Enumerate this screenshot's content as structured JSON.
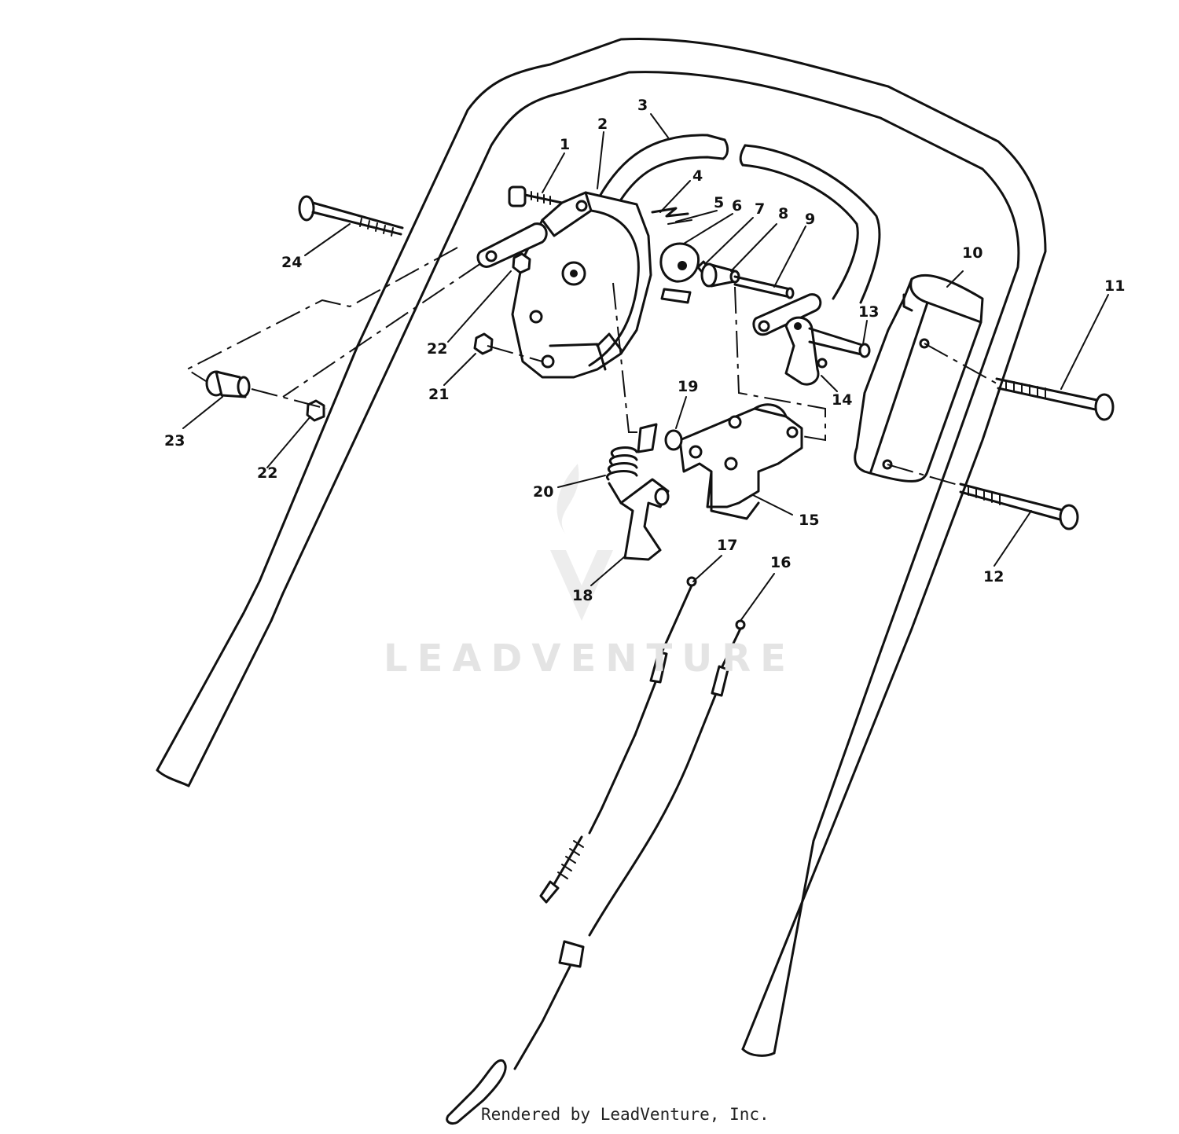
{
  "watermark": {
    "text": "LEADVENTURE"
  },
  "footer": {
    "credit": "Rendered by LeadVenture, Inc."
  },
  "callouts": [
    {
      "id": "1",
      "label": "1"
    },
    {
      "id": "2",
      "label": "2"
    },
    {
      "id": "3",
      "label": "3"
    },
    {
      "id": "4",
      "label": "4"
    },
    {
      "id": "5",
      "label": "5"
    },
    {
      "id": "6",
      "label": "6"
    },
    {
      "id": "7",
      "label": "7"
    },
    {
      "id": "8",
      "label": "8"
    },
    {
      "id": "9",
      "label": "9"
    },
    {
      "id": "10",
      "label": "10"
    },
    {
      "id": "11",
      "label": "11"
    },
    {
      "id": "12",
      "label": "12"
    },
    {
      "id": "13",
      "label": "13"
    },
    {
      "id": "14",
      "label": "14"
    },
    {
      "id": "15",
      "label": "15"
    },
    {
      "id": "16",
      "label": "16"
    },
    {
      "id": "17",
      "label": "17"
    },
    {
      "id": "18",
      "label": "18"
    },
    {
      "id": "19",
      "label": "19"
    },
    {
      "id": "20",
      "label": "20"
    },
    {
      "id": "21",
      "label": "21"
    },
    {
      "id": "22a",
      "label": "22"
    },
    {
      "id": "22b",
      "label": "22"
    },
    {
      "id": "23",
      "label": "23"
    },
    {
      "id": "24",
      "label": "24"
    }
  ]
}
